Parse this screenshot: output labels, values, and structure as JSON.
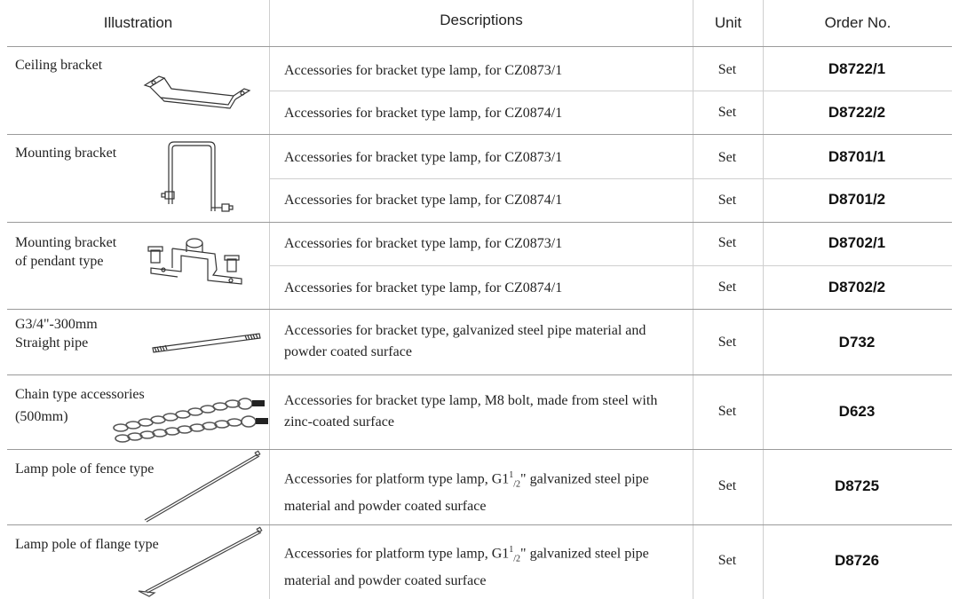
{
  "headers": {
    "illustration": "Illustration",
    "descriptions": "Descriptions",
    "unit": "Unit",
    "order_no": "Order No."
  },
  "groups": [
    {
      "item": "Ceiling bracket",
      "icon": "ceiling-bracket-icon",
      "rows": [
        {
          "description": "Accessories for bracket type lamp, for CZ0873/1",
          "unit": "Set",
          "order": "D8722/1"
        },
        {
          "description": "Accessories for bracket type lamp, for CZ0874/1",
          "unit": "Set",
          "order": "D8722/2"
        }
      ]
    },
    {
      "item": "Mounting bracket",
      "icon": "mounting-bracket-icon",
      "rows": [
        {
          "description": "Accessories for bracket type lamp, for CZ0873/1",
          "unit": "Set",
          "order": "D8701/1"
        },
        {
          "description": "Accessories for bracket type lamp, for CZ0874/1",
          "unit": "Set",
          "order": "D8701/2"
        }
      ]
    },
    {
      "item": "Mounting bracket\nof pendant type",
      "icon": "pendant-bracket-icon",
      "rows": [
        {
          "description": "Accessories for bracket type lamp, for CZ0873/1",
          "unit": "Set",
          "order": "D8702/1"
        },
        {
          "description": "Accessories for bracket type lamp, for CZ0874/1",
          "unit": "Set",
          "order": "D8702/2"
        }
      ]
    },
    {
      "item": "G3/4\"-300mm\nStraight pipe",
      "icon": "straight-pipe-icon",
      "rows": [
        {
          "description": "Accessories for bracket type, galvanized steel pipe material and powder coated surface",
          "unit": "Set",
          "order": "D732"
        }
      ]
    },
    {
      "item": "Chain type accessories\n(500mm)",
      "icon": "chain-icon",
      "rows": [
        {
          "description": "Accessories for bracket type lamp, M8 bolt, made from steel with zinc-coated surface",
          "unit": "Set",
          "order": "D623"
        }
      ]
    },
    {
      "item": "Lamp pole of fence type",
      "icon": "fence-pole-icon",
      "rows": [
        {
          "description_pre": "Accessories for platform type lamp, G1",
          "description_sup": "1",
          "description_sub": "/2",
          "description_post": "\" galvanized steel pipe material and powder coated surface",
          "unit": "Set",
          "order": "D8725"
        }
      ]
    },
    {
      "item": "Lamp pole of flange type",
      "icon": "flange-pole-icon",
      "rows": [
        {
          "description_pre": "Accessories for platform type lamp, G1",
          "description_sup": "1",
          "description_sub": "/2",
          "description_post": "\" galvanized steel pipe material and powder coated surface",
          "unit": "Set",
          "order": "D8726"
        }
      ]
    }
  ]
}
